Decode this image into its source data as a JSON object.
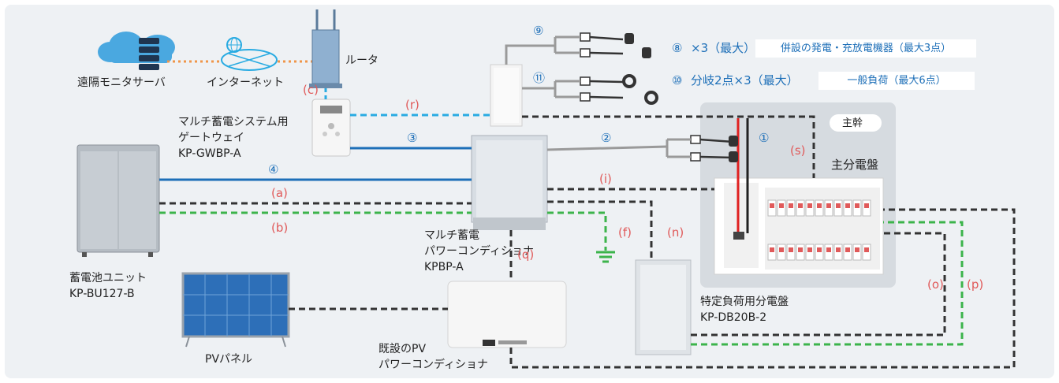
{
  "components": {
    "monitor_server": "遠隔モニタサーバ",
    "internet": "インターネット",
    "router": "ルータ",
    "gateway": [
      "マルチ蓄電システム用",
      "ゲートウェイ",
      "KP-GWBP-A"
    ],
    "battery": [
      "蓄電池ユニット",
      "KP-BU127-B"
    ],
    "pcs": [
      "マルチ蓄電",
      "パワーコンディショナ",
      "KPBP-A"
    ],
    "pv_panel": "PVパネル",
    "existing_pcs": [
      "既設のPV",
      "パワーコンディショナ"
    ],
    "specific_panel": [
      "特定負荷用分電盤",
      "KP-DB20B-2"
    ],
    "main_panel": "主分電盤",
    "main_trunk": "主幹"
  },
  "ct": {
    "num8": "⑧",
    "times3_8": "×3（最大）",
    "box8": "併設の発電・充放電機器（最大3点）",
    "num10": "⑩",
    "times3_10": "分岐2点×3（最大）",
    "box10": "一般負荷（最大6点）"
  },
  "wires": {
    "n1": "①",
    "n2": "②",
    "n3": "③",
    "n4": "④",
    "n9": "⑨",
    "n11": "⑪",
    "a": "(a)",
    "b": "(b)",
    "c": "(c)",
    "f": "(f)",
    "i": "(i)",
    "n": "(n)",
    "o": "(o)",
    "p": "(p)",
    "q": "(q)",
    "r": "(r)",
    "s": "(s)"
  },
  "colors": {
    "lan_blue": "#29abe2",
    "comm_blue": "#1d6fb8",
    "ground_green": "#3cb44b",
    "power_dark": "#333333",
    "internet_orange": "#f0964a",
    "label_red": "#e05a5a"
  }
}
